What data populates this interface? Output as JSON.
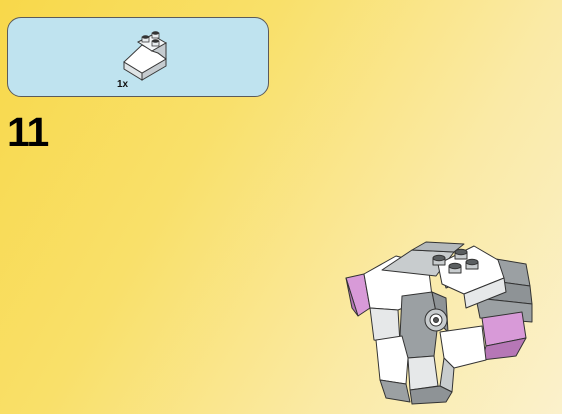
{
  "step": {
    "number": "11"
  },
  "parts_callout": {
    "items": [
      {
        "icon": "slope-brick-2x2-white",
        "quantity": "1x"
      }
    ]
  },
  "colors": {
    "background": "#f8d84a",
    "callout_fill": "#bfe3ef",
    "brick_white": "#ffffff",
    "brick_gray": "#9ba0a3",
    "brick_pink": "#d89ad8"
  }
}
